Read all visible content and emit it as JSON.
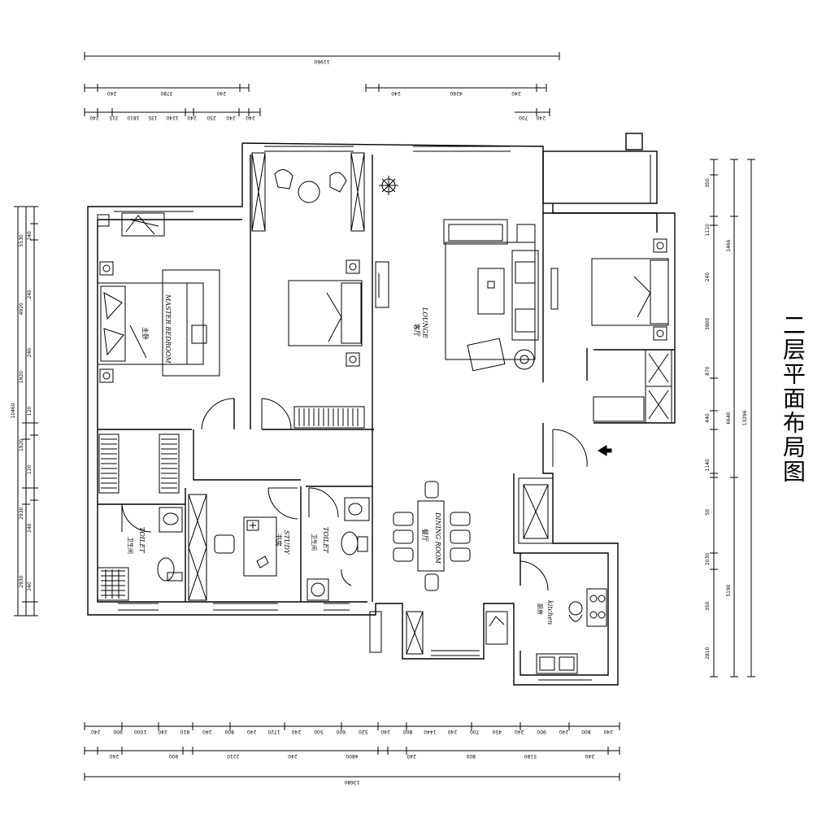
{
  "title": "二层平面布局图",
  "rooms": {
    "master_bedroom": {
      "cn": "主卧",
      "en": "MASTER BEDROOM"
    },
    "lounge": {
      "cn": "客厅",
      "en": "LOUNGE"
    },
    "dining_room": {
      "cn": "餐厅",
      "en": "DINING ROOM"
    },
    "study": {
      "cn": "书房",
      "en": "STUDY"
    },
    "toilet_left": {
      "cn": "卫生间",
      "en": "TOILET"
    },
    "toilet_right": {
      "cn": "卫生间",
      "en": "TOILET"
    },
    "kitchen": {
      "cn": "厨房",
      "en": "kitchen"
    }
  },
  "dimensions": {
    "top_total": "11960",
    "top_mid": [
      "240",
      "3780",
      "240",
      "240",
      "4260",
      "240"
    ],
    "top_fine": [
      "240",
      "315",
      "1810",
      "135",
      "1240",
      "240",
      "250",
      "240",
      "240",
      "700",
      "240"
    ],
    "bottom_fine": [
      "240",
      "900",
      "1000",
      "240",
      "810",
      "240",
      "800",
      "240",
      "1720",
      "240",
      "500",
      "600",
      "520",
      "240",
      "800",
      "1440",
      "240",
      "700",
      "450",
      "240",
      "900",
      "240",
      "800",
      "240"
    ],
    "bottom_mid": [
      "240",
      "900",
      "2210",
      "240",
      "4800",
      "240",
      "800",
      "5180",
      "240"
    ],
    "bottom_total": "13680",
    "left_total": "10460",
    "left_mid": [
      "5530",
      "4920",
      "1920",
      "1920",
      "2930",
      "2930"
    ],
    "left_small": [
      "240",
      "240",
      "240",
      "120",
      "120",
      "240",
      "240"
    ],
    "right_inner": [
      "350",
      "1110",
      "240",
      "3900",
      "870",
      "440",
      "1140",
      "50",
      "2030",
      "350",
      "2810"
    ],
    "right_mid": [
      "1466",
      "6640",
      "5190"
    ],
    "right_total": "13296"
  }
}
